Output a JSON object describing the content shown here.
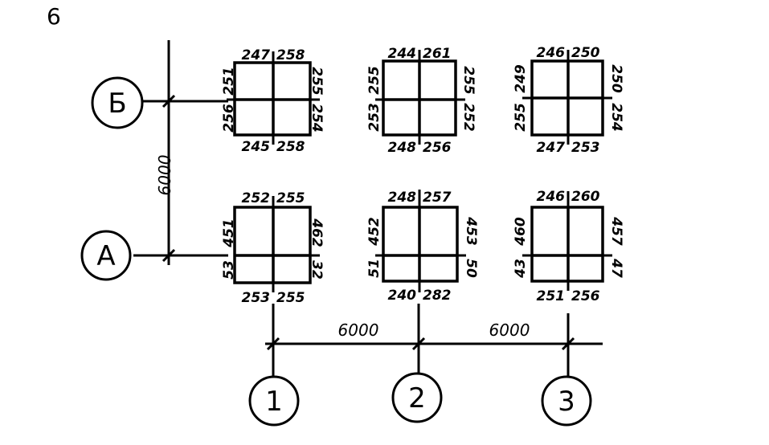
{
  "figure_label": "6",
  "axes": {
    "rows": [
      {
        "label": "Б"
      },
      {
        "label": "А"
      }
    ],
    "columns": [
      {
        "label": "1"
      },
      {
        "label": "2"
      },
      {
        "label": "3"
      }
    ]
  },
  "spans": {
    "rows": "6000",
    "columns": [
      "6000",
      "6000"
    ]
  },
  "columns": [
    {
      "id": "B1",
      "top": [
        "247",
        "258"
      ],
      "bottom": [
        "245",
        "258"
      ],
      "left": [
        "251",
        "256"
      ],
      "right": [
        "255",
        "254"
      ]
    },
    {
      "id": "B2",
      "top": [
        "244",
        "261"
      ],
      "bottom": [
        "248",
        "256"
      ],
      "left": [
        "255",
        "253"
      ],
      "right": [
        "255",
        "252"
      ]
    },
    {
      "id": "B3",
      "top": [
        "246",
        "250"
      ],
      "bottom": [
        "247",
        "253"
      ],
      "left": [
        "249",
        "255"
      ],
      "right": [
        "250",
        "254"
      ]
    },
    {
      "id": "A1",
      "top": [
        "252",
        "255"
      ],
      "bottom": [
        "253",
        "255"
      ],
      "left": [
        "451",
        "53"
      ],
      "right": [
        "462",
        "32"
      ]
    },
    {
      "id": "A2",
      "top": [
        "248",
        "257"
      ],
      "bottom": [
        "240",
        "282"
      ],
      "left": [
        "452",
        "51"
      ],
      "right": [
        "453",
        "50"
      ]
    },
    {
      "id": "A3",
      "top": [
        "246",
        "260"
      ],
      "bottom": [
        "251",
        "256"
      ],
      "left": [
        "460",
        "43"
      ],
      "right": [
        "457",
        "47"
      ]
    }
  ]
}
